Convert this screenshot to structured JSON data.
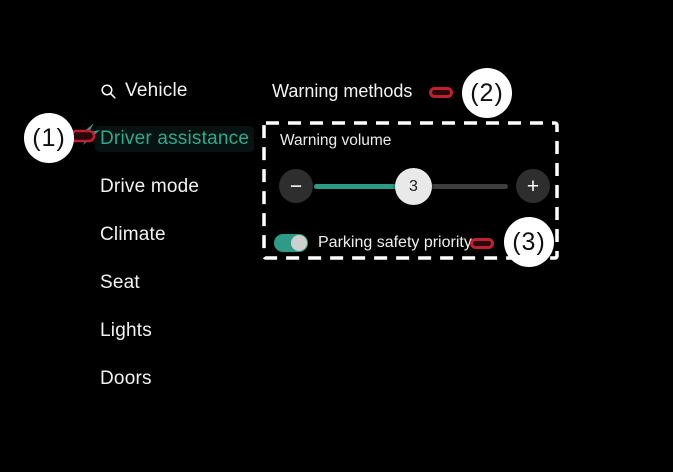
{
  "colors": {
    "background": "#000000",
    "text": "#f2f2f2",
    "accent_teal": "#2fa98e",
    "track_teal": "#2e9b87",
    "track_gray": "#3e3e3e",
    "button_gray": "#2e2e2e",
    "knob_white": "#e9e9e9",
    "annotation_red": "#bf1f2e"
  },
  "sidebar": {
    "items": [
      {
        "label": "Vehicle",
        "icon": "search",
        "active": false
      },
      {
        "label": "Driver assistance",
        "active": true
      },
      {
        "label": "Drive mode",
        "active": false
      },
      {
        "label": "Climate",
        "active": false
      },
      {
        "label": "Seat",
        "active": false
      },
      {
        "label": "Lights",
        "active": false
      },
      {
        "label": "Doors",
        "active": false
      }
    ]
  },
  "main": {
    "section_title": "Warning methods",
    "panel": {
      "volume": {
        "label": "Warning volume",
        "value": "3",
        "decrease_label": "−",
        "increase_label": "+"
      },
      "parking": {
        "label": "Parking safety priority",
        "state": "on"
      }
    }
  },
  "annotations": {
    "one": "(1)",
    "two": "(2)",
    "three": "(3)"
  }
}
